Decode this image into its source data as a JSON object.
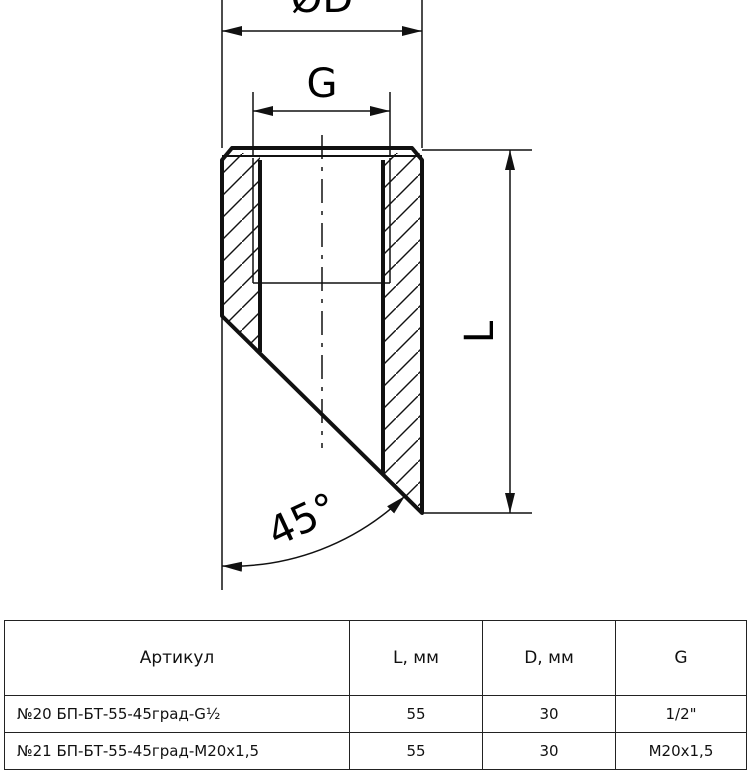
{
  "drawing": {
    "labels": {
      "diameter": "ØD",
      "thread": "G",
      "length": "L",
      "angle": "45°"
    }
  },
  "table": {
    "headers": [
      "Артикул",
      "L, мм",
      "D, мм",
      "G"
    ],
    "rows": [
      [
        "№20 БП-БТ-55-45град-G½",
        "55",
        "30",
        "1/2\""
      ],
      [
        "№21 БП-БТ-55-45град-М20х1,5",
        "55",
        "30",
        "М20х1,5"
      ]
    ]
  }
}
